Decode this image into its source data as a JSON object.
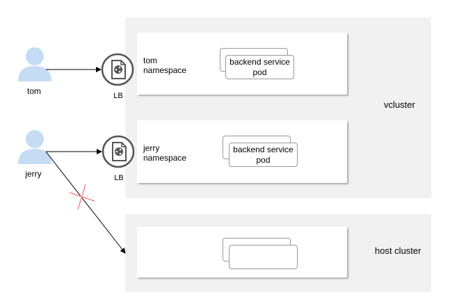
{
  "vcluster": {
    "label": "vcluster",
    "namespaces": [
      {
        "label": "tom\nnamespace",
        "pod_label": "backend service\npod"
      },
      {
        "label": "jerry\nnamespace",
        "pod_label": "backend service\npod"
      }
    ]
  },
  "host_cluster": {
    "label": "host cluster"
  },
  "users": [
    {
      "label": "tom"
    },
    {
      "label": "jerry"
    }
  ],
  "load_balancers": [
    {
      "label": "LB"
    },
    {
      "label": "LB"
    }
  ],
  "colors": {
    "panel": "#f1f1f1",
    "user": "#c6dcf5",
    "blocked_mark": "#f28b8b",
    "lb_icon": "#555555"
  }
}
